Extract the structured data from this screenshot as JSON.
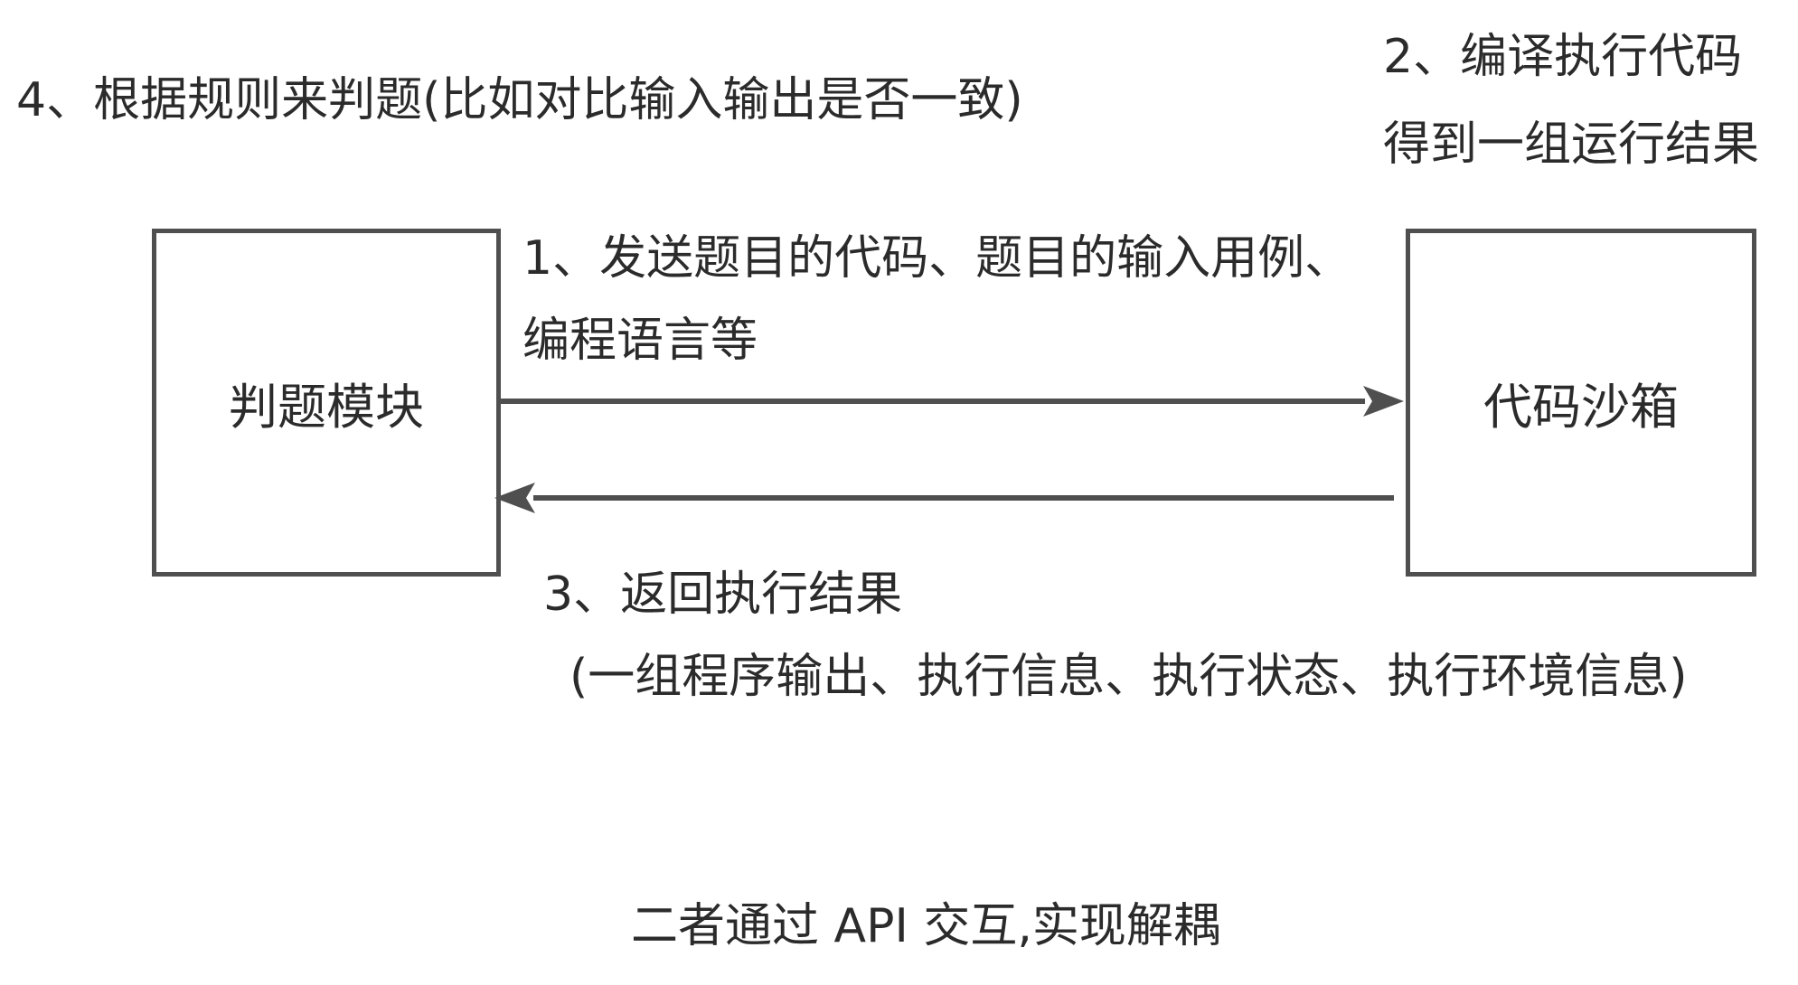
{
  "boxes": {
    "judge_module": "判题模块",
    "code_sandbox": "代码沙箱"
  },
  "steps": {
    "step1_line1": "1、发送题目的代码、题目的输入用例、",
    "step1_line2": "编程语言等",
    "step2_line1": "2、编译执行代码",
    "step2_line2": "得到一组运行结果",
    "step3_line1": "3、返回执行结果",
    "step3_line2": "(一组程序输出、执行信息、执行状态、执行环境信息)",
    "step4": "4、根据规则来判题(比如对比输入输出是否一致)"
  },
  "footer": "二者通过 API 交互,实现解耦",
  "colors": {
    "stroke": "#4f4f4f",
    "text": "#2b2b2b",
    "background": "#ffffff"
  }
}
